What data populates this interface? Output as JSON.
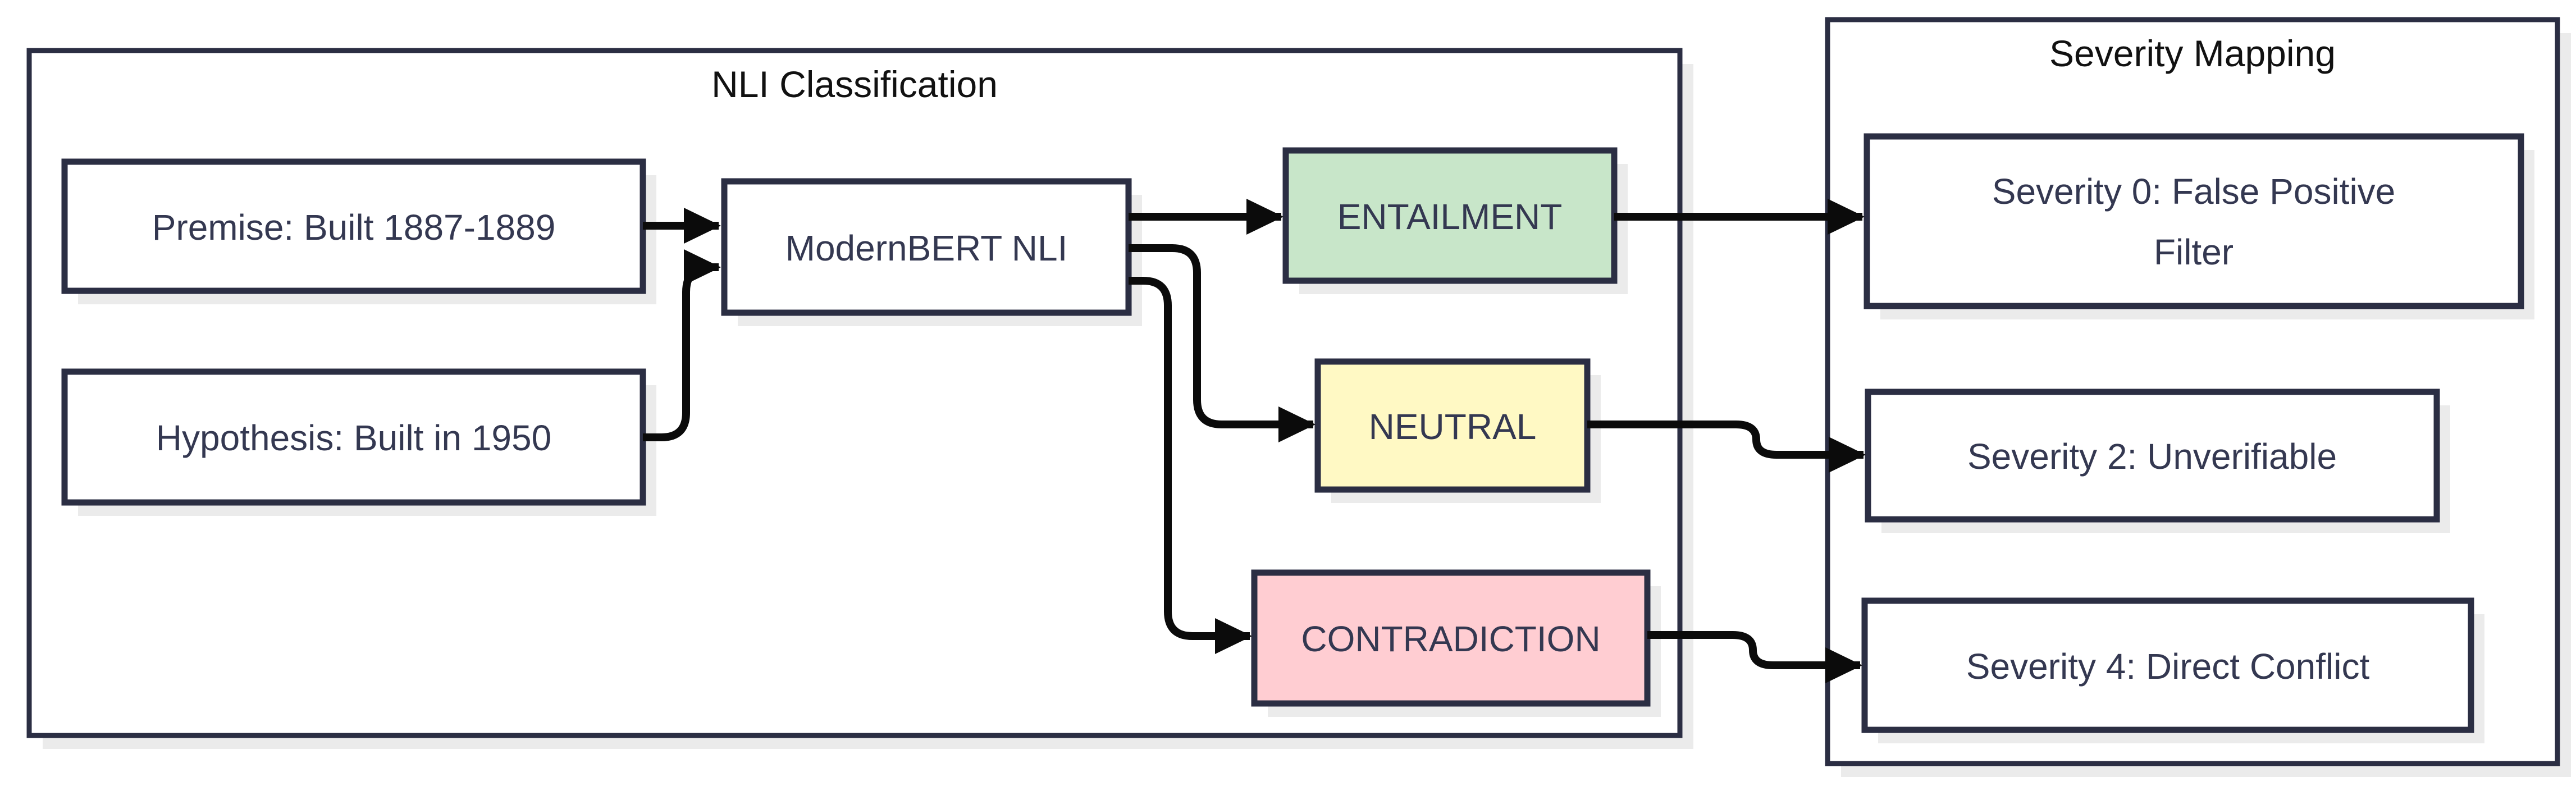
{
  "diagram": {
    "nli_container": {
      "title": "NLI Classification"
    },
    "severity_container": {
      "title": "Severity Mapping"
    },
    "nodes": {
      "premise": {
        "label": "Premise: Built 1887-1889"
      },
      "hypothesis": {
        "label": "Hypothesis: Built in 1950"
      },
      "model": {
        "label": "ModernBERT NLI"
      },
      "entailment": {
        "label": "ENTAILMENT"
      },
      "neutral": {
        "label": "NEUTRAL"
      },
      "contradiction": {
        "label": "CONTRADICTION"
      },
      "severity0": {
        "label_line1": "Severity 0: False Positive",
        "label_line2": "Filter"
      },
      "severity2": {
        "label": "Severity 2: Unverifiable"
      },
      "severity4": {
        "label": "Severity 4: Direct Conflict"
      }
    },
    "edges": [
      {
        "from": "premise",
        "to": "model"
      },
      {
        "from": "hypothesis",
        "to": "model"
      },
      {
        "from": "model",
        "to": "entailment"
      },
      {
        "from": "model",
        "to": "neutral"
      },
      {
        "from": "model",
        "to": "contradiction"
      },
      {
        "from": "entailment",
        "to": "severity0"
      },
      {
        "from": "neutral",
        "to": "severity2"
      },
      {
        "from": "contradiction",
        "to": "severity4"
      }
    ],
    "colors": {
      "border": "#2b2e43",
      "text": "#343851",
      "title_text": "#111111",
      "arrow": "#0b0b0b",
      "shadow": "#ebebeb",
      "box_bg": "#ffffff",
      "entailment_bg": "#c8e6c9",
      "neutral_bg": "#fff9c4",
      "contradiction_bg": "#ffcdd2"
    }
  }
}
